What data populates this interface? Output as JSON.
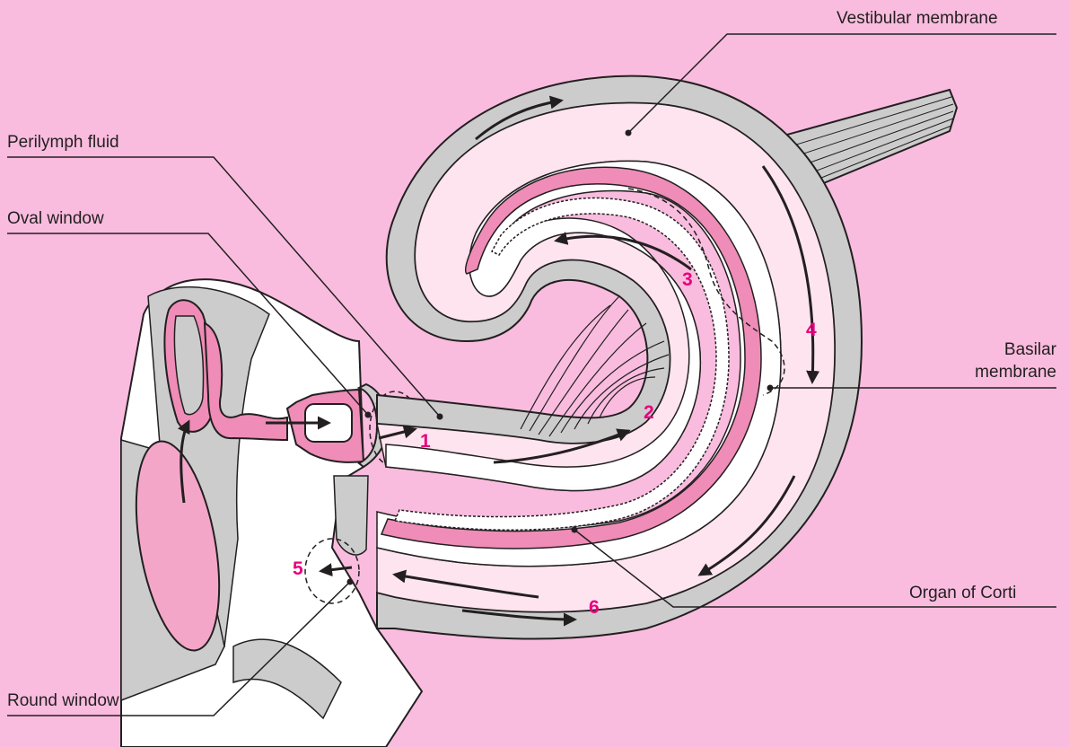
{
  "labels": {
    "vestibular_membrane": "Vestibular membrane",
    "perilymph_fluid": "Perilymph fluid",
    "oval_window": "Oval window",
    "basilar_membrane_line1": "Basilar",
    "basilar_membrane_line2": "membrane",
    "organ_of_corti": "Organ of Corti",
    "round_window": "Round window"
  },
  "steps": [
    "1",
    "2",
    "3",
    "4",
    "5",
    "6"
  ],
  "colors": {
    "background": "#f9bcde",
    "bone": "#cccccc",
    "outline": "#231f20",
    "duct_fill": "#fde4ef",
    "membrane_pink": "#ef8cb7",
    "ossicle_pink": "#ef8cb7",
    "number_magenta": "#e6007e",
    "white": "#ffffff"
  }
}
